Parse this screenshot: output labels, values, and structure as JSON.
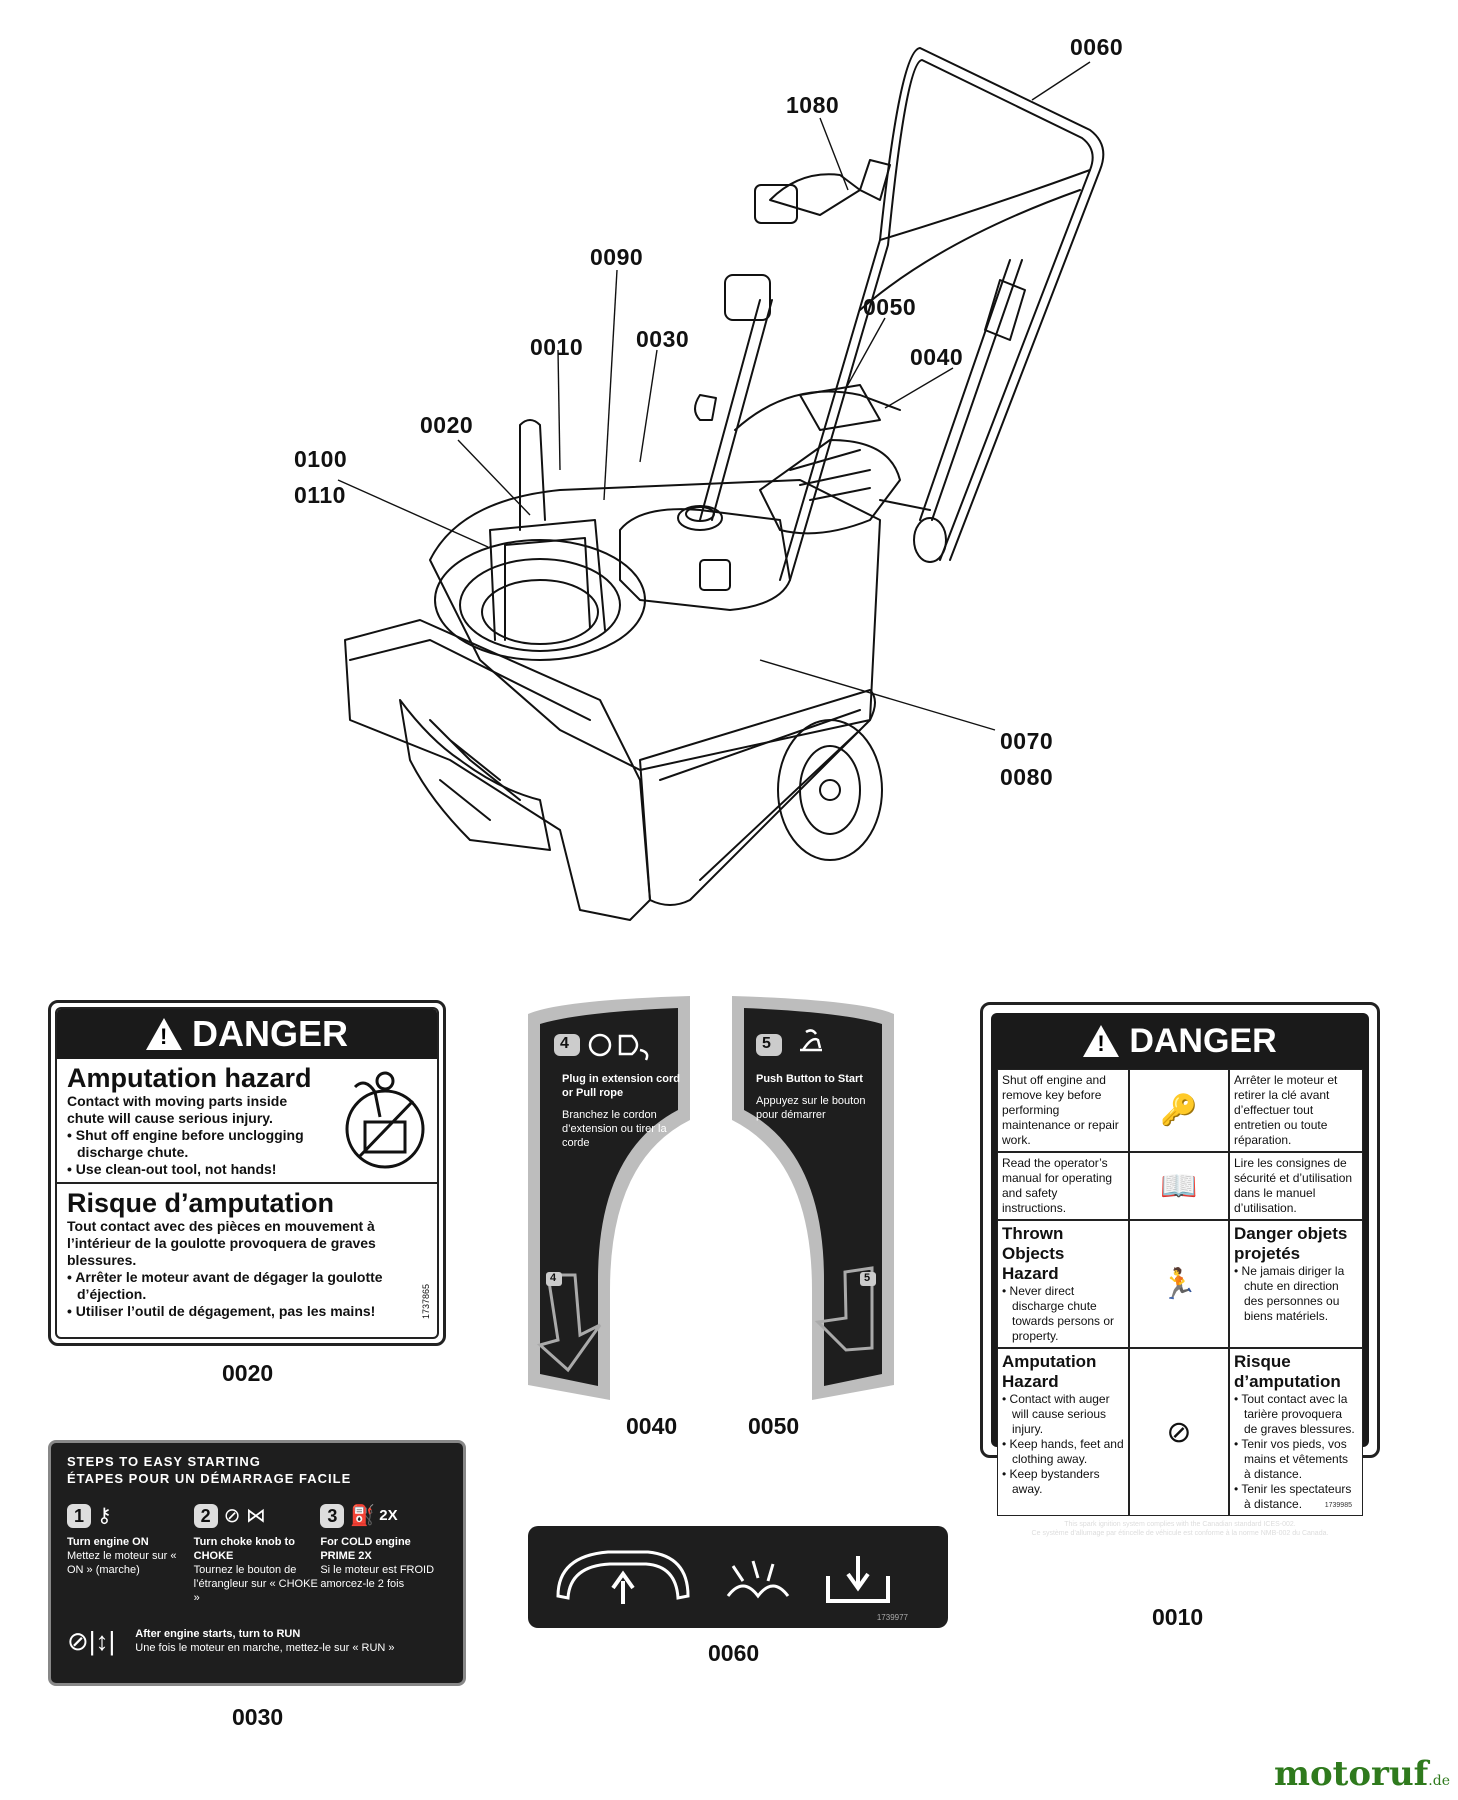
{
  "callouts": {
    "c0060": "0060",
    "c1080": "1080",
    "c0090": "0090",
    "c0050": "0050",
    "c0010": "0010",
    "c0030": "0030",
    "c0040": "0040",
    "c0020": "0020",
    "c0100": "0100",
    "c0110": "0110",
    "c0070": "0070",
    "c0080": "0080"
  },
  "captions": {
    "d0020": "0020",
    "d0040": "0040",
    "d0050": "0050",
    "d0060": "0060",
    "d0030": "0030",
    "d0010": "0010"
  },
  "decal_0020": {
    "danger": "DANGER",
    "en_title": "Amputation hazard",
    "en_text": "Contact with moving parts inside chute will cause serious injury.",
    "en_bullets": [
      "• Shut off engine before unclogging discharge chute.",
      "• Use clean-out tool, not hands!"
    ],
    "fr_title": "Risque d’amputation",
    "fr_text": "Tout contact avec des pièces en mouvement à l’intérieur de la goulotte provoquera de graves blessures.",
    "fr_bullets": [
      "• Arrêter le moteur avant de dégager la goulotte d’éjection.",
      "• Utiliser l’outil de dégagement, pas les mains!"
    ],
    "serial": "1737865"
  },
  "decal_0030": {
    "heading_en": "STEPS TO EASY STARTING",
    "heading_fr": "ÉTAPES POUR UN DÉMARRAGE FACILE",
    "steps": [
      {
        "num": "1",
        "en": "Turn engine ON",
        "fr": "Mettez le moteur sur « ON » (marche)"
      },
      {
        "num": "2",
        "en": "Turn choke knob to CHOKE",
        "fr": "Tournez le bouton de l’étrangleur sur « CHOKE »"
      },
      {
        "num": "3",
        "en": "For COLD engine PRIME 2X",
        "fr": "Si le moteur est FROID amorcez-le 2 fois"
      }
    ],
    "prime_label": "2X",
    "run_en": "After engine starts, turn to RUN",
    "run_fr": "Une fois le moteur en marche, mettez-le sur « RUN »"
  },
  "decal_0040": {
    "num": "4",
    "en": "Plug in extension cord or Pull rope",
    "fr": "Branchez le cordon d’extension ou tirer la corde",
    "arrow_num": "4"
  },
  "decal_0050": {
    "num": "5",
    "en": "Push Button to Start",
    "fr": "Appuyez sur le bouton pour démarrer",
    "arrow_num": "5"
  },
  "decal_0060": {
    "serial": "1739977"
  },
  "decal_0010": {
    "danger": "DANGER",
    "rows": [
      {
        "en": "Shut off engine and remove key before performing maintenance or repair work.",
        "fr": "Arrêter le moteur et retirer la clé avant d’effectuer tout entretien ou toute réparation."
      },
      {
        "en": "Read the operator’s manual for operating and safety instructions.",
        "fr": "Lire les consignes de sécurité et d’utilisation dans le manuel d’utilisation."
      },
      {
        "en_title": "Thrown Objects Hazard",
        "en": "• Never direct discharge chute towards persons or property.",
        "fr_title": "Danger objets projetés",
        "fr": "• Ne jamais diriger la chute en direction des personnes ou biens matériels."
      },
      {
        "en_title": "Amputation Hazard",
        "en_bullets": [
          "• Contact with auger will cause serious injury.",
          "• Keep hands, feet and clothing away.",
          "• Keep bystanders away."
        ],
        "fr_title": "Risque d’amputation",
        "fr_bullets": [
          "• Tout contact avec la tarière provoquera de graves blessures.",
          "• Tenir vos pieds, vos mains et vêtements à distance.",
          "• Tenir les spectateurs à distance."
        ]
      }
    ],
    "serial": "1739985",
    "footer_en": "This spark ignition system complies with the Canadian standard ICES-002.",
    "footer_fr": "Ce système d’allumage par étincelle de véhicule est conforme à la norme NMB-002 du Canada."
  },
  "brand": {
    "name": "motoruf",
    "tld": ".de"
  }
}
